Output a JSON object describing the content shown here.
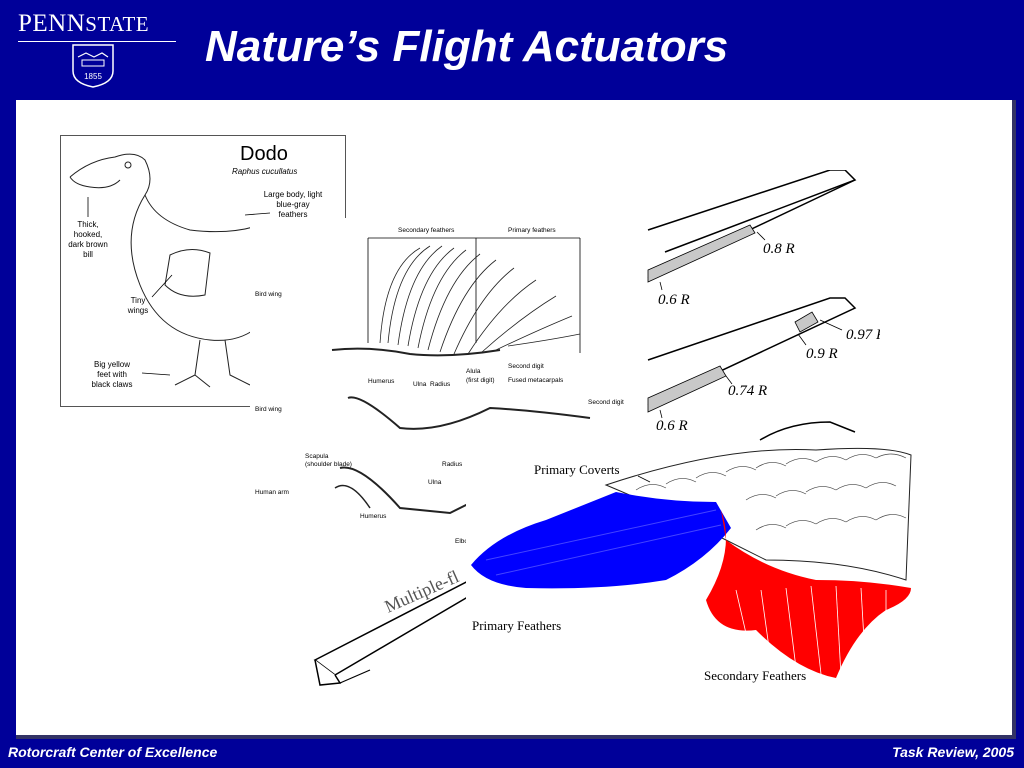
{
  "header": {
    "logo_text_penn": "PENN",
    "logo_text_state": "STATE",
    "logo_year": "1855",
    "title": "Nature’s Flight Actuators"
  },
  "dodo": {
    "name": "Dodo",
    "latin": "Raphus cucullatus",
    "label_body": [
      "Large body, light",
      "blue-gray",
      "feathers"
    ],
    "label_bill": [
      "Thick,",
      "hooked,",
      "dark brown",
      "bill"
    ],
    "label_wings": [
      "Tiny",
      "wings"
    ],
    "label_feet": [
      "Big yellow",
      "feet with",
      "black claws"
    ]
  },
  "bird_wing": {
    "secondary_feathers": "Secondary feathers",
    "primary_feathers": "Primary feathers",
    "second_digit": "Second digit",
    "alula": "Alula",
    "first_digit": "(first digit)",
    "fused_metacarpals": "Fused metacarpals",
    "humerus": "Humerus",
    "ulna": "Ulna",
    "radius": "Radius",
    "second_digit_2": "Second digit",
    "scapula": "Scapula",
    "shoulder_blade": "(shoulder blade)",
    "radius_2": "Radius",
    "ulna_2": "Ulna",
    "humerus_2": "Humerus",
    "elbow": "Elbo",
    "side_bird_wing_1": "Bird wing",
    "side_bird_wing_2": "Bird wing",
    "side_human_arm": "Human arm"
  },
  "blades": {
    "r1a": "0.8 R",
    "r1b": "0.6 R",
    "r2a": "0.97 R",
    "r2b": "0.9 R",
    "r2c": "0.74 R",
    "r2d": "0.6 R",
    "multiple": "Multiple-fl"
  },
  "wing_diagram": {
    "primary_coverts": "Primary Coverts",
    "primary_feathers": "Primary Feathers",
    "secondary_feathers": "Secondary Feathers"
  },
  "footer": {
    "left": "Rotorcraft Center of Excellence",
    "right": "Task Review, 2005"
  },
  "colors": {
    "background": "#000099",
    "panel": "#ffffff",
    "primary_feather_blue": "#0000ff",
    "secondary_feather_red": "#ff0000",
    "blade_shade": "#c8c8c8"
  }
}
